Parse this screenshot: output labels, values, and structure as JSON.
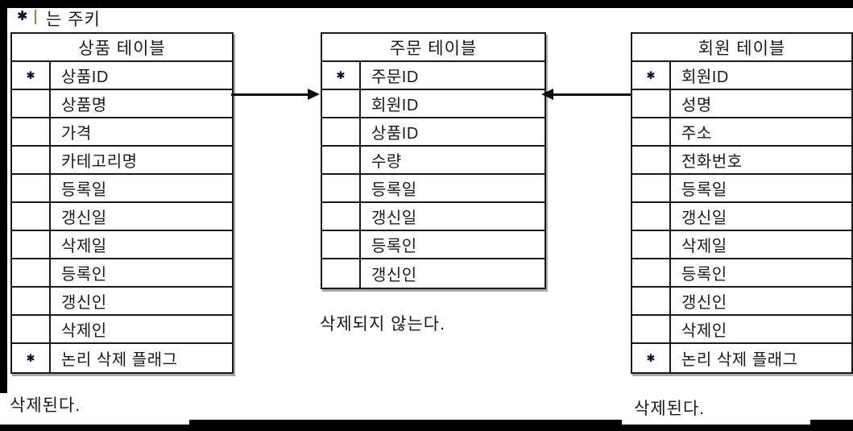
{
  "legend": {
    "marker": "✱",
    "label": "는 주키"
  },
  "tables": [
    {
      "title": "상품 테이블",
      "rows": [
        {
          "key": "✱",
          "name": "상품ID"
        },
        {
          "key": "",
          "name": "상품명"
        },
        {
          "key": "",
          "name": "가격"
        },
        {
          "key": "",
          "name": "카테고리명"
        },
        {
          "key": "",
          "name": "등록일"
        },
        {
          "key": "",
          "name": "갱신일"
        },
        {
          "key": "",
          "name": "삭제일"
        },
        {
          "key": "",
          "name": "등록인"
        },
        {
          "key": "",
          "name": "갱신인"
        },
        {
          "key": "",
          "name": "삭제인"
        },
        {
          "key": "✱",
          "name": "논리 삭제 플래그"
        }
      ]
    },
    {
      "title": "주문 테이블",
      "rows": [
        {
          "key": "✱",
          "name": "주문ID"
        },
        {
          "key": "",
          "name": "회원ID"
        },
        {
          "key": "",
          "name": "상품ID"
        },
        {
          "key": "",
          "name": "수량"
        },
        {
          "key": "",
          "name": "등록일"
        },
        {
          "key": "",
          "name": "갱신일"
        },
        {
          "key": "",
          "name": "등록인"
        },
        {
          "key": "",
          "name": "갱신인"
        }
      ]
    },
    {
      "title": "회원 테이블",
      "rows": [
        {
          "key": "✱",
          "name": "회원ID"
        },
        {
          "key": "",
          "name": "성명"
        },
        {
          "key": "",
          "name": "주소"
        },
        {
          "key": "",
          "name": "전화번호"
        },
        {
          "key": "",
          "name": "등록일"
        },
        {
          "key": "",
          "name": "갱신일"
        },
        {
          "key": "",
          "name": "삭제일"
        },
        {
          "key": "",
          "name": "등록인"
        },
        {
          "key": "",
          "name": "갱신인"
        },
        {
          "key": "",
          "name": "삭제인"
        },
        {
          "key": "✱",
          "name": "논리 삭제 플래그"
        }
      ]
    }
  ],
  "notes": {
    "center": "삭제되지 않는다.",
    "bottom_left": "삭제된다.",
    "bottom_right": "삭제된다."
  },
  "colors": {
    "border": "#1a1a1a",
    "frame": "#000000",
    "legend_divider": "#b97745",
    "star": "#14122a"
  }
}
